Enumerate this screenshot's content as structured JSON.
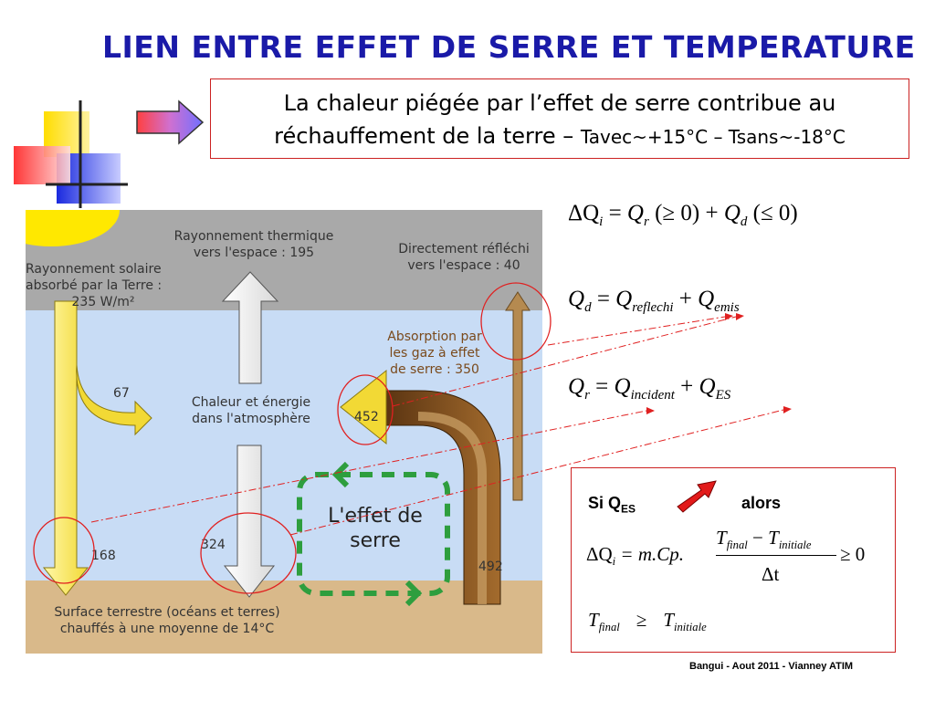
{
  "title": "LIEN ENTRE EFFET DE SERRE ET TEMPERATURE",
  "callout": {
    "line1": "La chaleur piégée par l’effet de serre contribue au",
    "line2_main": "réchauffement de la terre  – ",
    "line2_small": "Tavec~+15°C – Tsans~-18°C"
  },
  "diagram": {
    "solar_absorbed": [
      "Rayonnement solaire",
      "absorbé par la Terre :",
      "235 W/m²"
    ],
    "thermal_space": [
      "Rayonnement thermique",
      "vers l'espace : 195"
    ],
    "direct_reflected": [
      "Directement réfléchi",
      "vers l'espace : 40"
    ],
    "absorption_gas": [
      "Absorption par",
      "les gaz à effet",
      "de serre : 350"
    ],
    "heat_atmosphere": [
      "Chaleur et énergie",
      "dans l'atmosphère"
    ],
    "surface": [
      "Surface terrestre (océans et terres)",
      "chauffés à une moyenne de 14°C"
    ],
    "greenhouse_effect": [
      "L'effet de",
      "serre"
    ],
    "val_67": "67",
    "val_452": "452",
    "val_168": "168",
    "val_324": "324",
    "val_492": "492"
  },
  "equations": {
    "eq1": {
      "lhs": "ΔQ",
      "lhs_sub": "i",
      "eq": " = ",
      "t1": "Q",
      "t1_sub": "r",
      "t1_cond": " (≥ 0) + ",
      "t2": "Q",
      "t2_sub": "d",
      "t2_cond": " (≤ 0)"
    },
    "eq2": {
      "lhs": "Q",
      "lhs_sub": "d",
      "eq": "  = ",
      "t1": "Q",
      "t1_sub": "reflechi",
      "plus": " + ",
      "t2": "Q",
      "t2_sub": "emis"
    },
    "eq3": {
      "lhs": "Q",
      "lhs_sub": "r",
      "eq": "  = ",
      "t1": "Q",
      "t1_sub": "incident",
      "plus": " + ",
      "t2": "Q",
      "t2_sub": "ES"
    }
  },
  "box2": {
    "si": "Si Q",
    "si_sub": "ES",
    "alors": "alors",
    "formula": {
      "lhs": "ΔQ",
      "lhs_sub": "i",
      "mid": " = m.Cp.",
      "num_a": "T",
      "num_a_sub": "final",
      "minus": " − ",
      "num_b": "T",
      "num_b_sub": "initiale",
      "den": "Δt",
      "ge": " ≥ 0"
    },
    "ineq": {
      "a": "T",
      "a_sub": "final",
      "ge": "≥",
      "b": "T",
      "b_sub": "initiale"
    }
  },
  "footer": "Bangui -  Aout  2011 - Vianney ATIM",
  "colors": {
    "title": "#1a1aa8",
    "frame": "#cc2222",
    "arrow_yellow": "#f5e14a",
    "arrow_brown": "#7a4a1c",
    "effect_green": "#2e9e3e",
    "space_gray": "#a9a9a9",
    "atmosphere_blue": "#c8dcf5",
    "ground_tan": "#d9b98a"
  }
}
